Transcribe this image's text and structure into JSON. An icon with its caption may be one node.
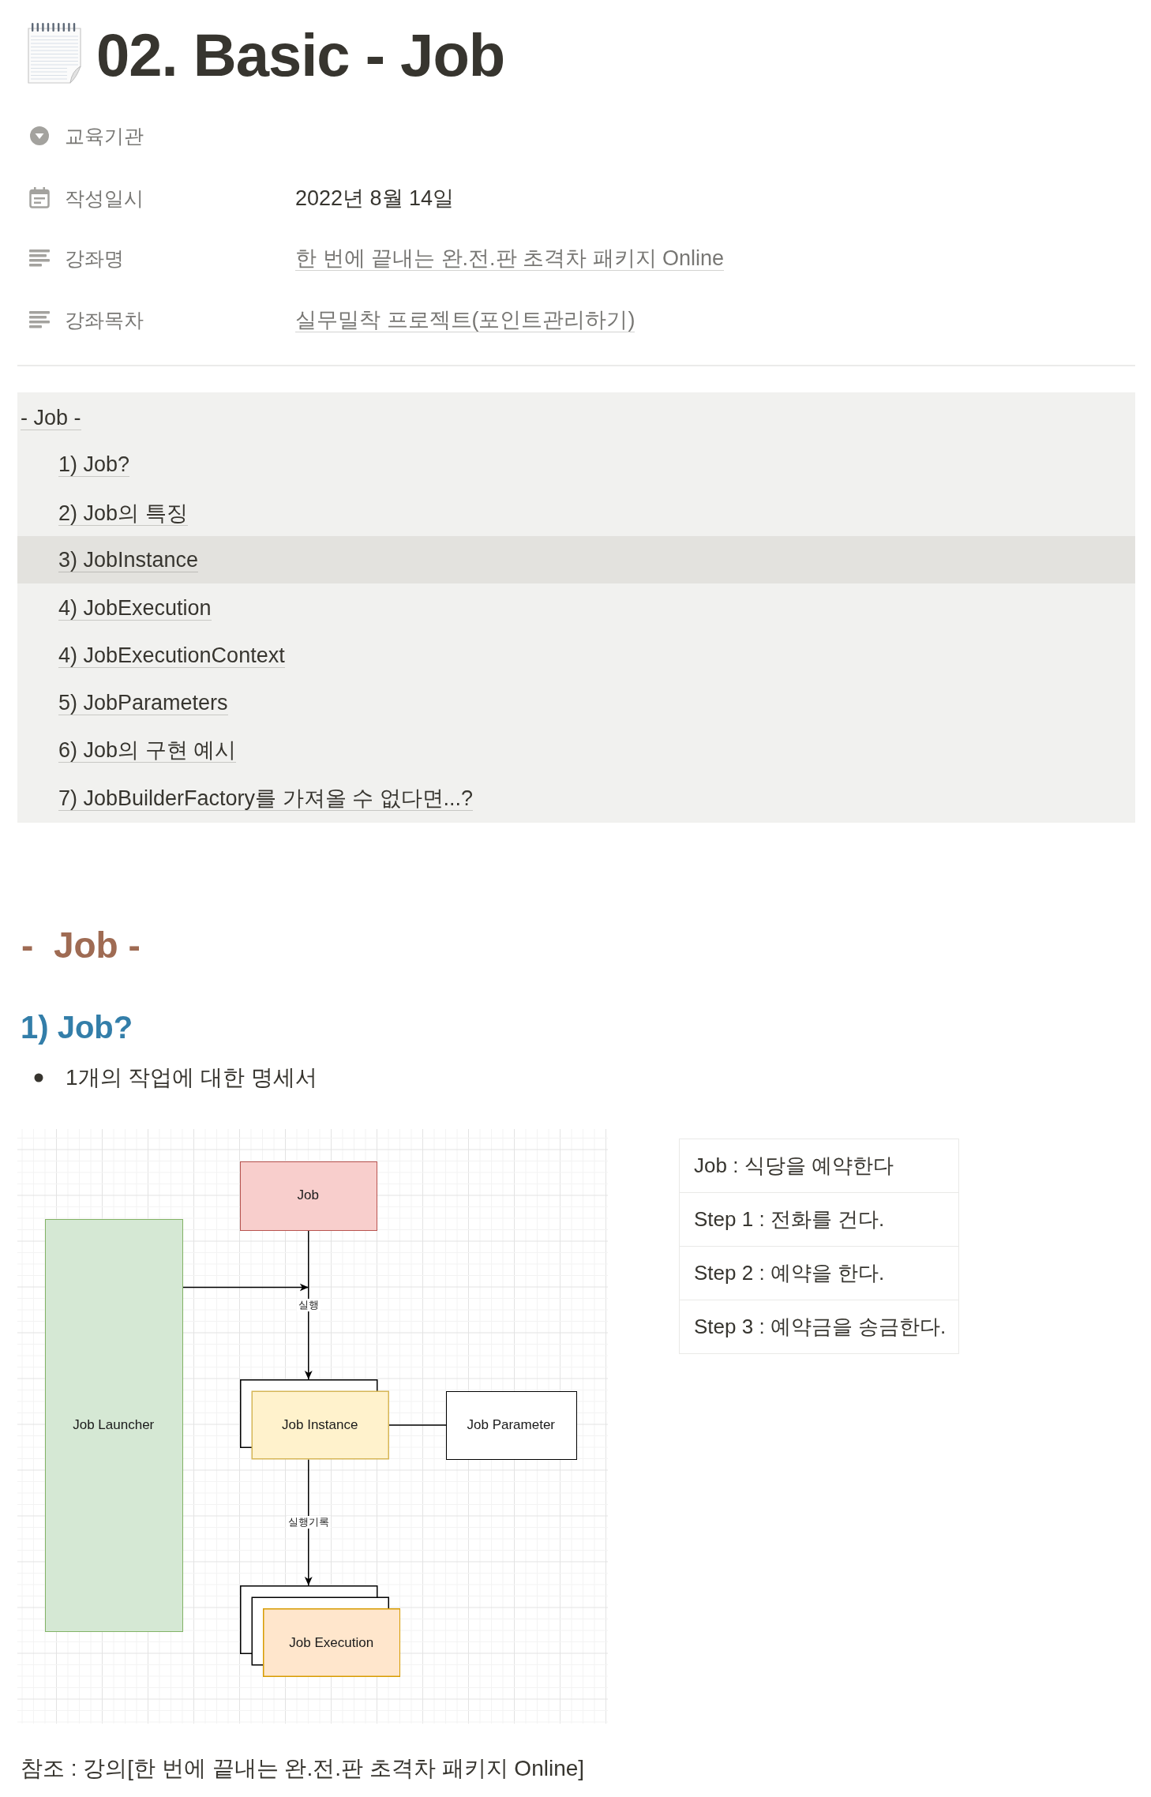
{
  "diagram": {
    "title": "02. Basic - Job",
    "nodes": [
      {
        "text": [
          "Job"
        ]
      },
      {
        "text": [
          "Job Launcher"
        ]
      },
      {
        "text": [
          "Job Instance"
        ]
      },
      {
        "text": [
          "Job Parameter"
        ]
      },
      {
        "text": [
          "Job Execution"
        ]
      }
    ],
    "edges": [
      {
        "from": 0,
        "to": 2,
        "arrow": "to",
        "label": "실행"
      },
      {
        "from": 1,
        "to": null,
        "arrow": "to"
      },
      {
        "from": 2,
        "to": 3,
        "arrow": "none"
      },
      {
        "from": 2,
        "to": 4,
        "arrow": "to",
        "label": "실행기록"
      }
    ],
    "labels": [
      "교육기관",
      "작성일시",
      "2022년 8월 14일",
      "강좌명",
      "한 번에 끝내는 완.전.판 초격차 패키지 Online",
      "강좌목차",
      "실무밀착 프로젝트(포인트관리하기)",
      "- Job -",
      "1) Job?",
      "2) Job의 특징",
      "3) JobInstance",
      "4) JobExecution",
      "4) JobExecutionContext",
      "5) JobParameters",
      "6) Job의 구현 예시",
      "7) JobBuilderFactory를 가져올 수 없다면...?",
      "-  Job -",
      "1) Job?",
      "1개의 작업에 대한 명세서",
      "Job : 식당을 예약한다",
      "Step 1 : 전화를 건다.",
      "Step 2 : 예약을 한다.",
      "Step 3 : 예약금을 송금한다.",
      "참조 : 강의[한 번에 끝내는 완.전.판 초격차 패키지 Online]"
    ]
  }
}
